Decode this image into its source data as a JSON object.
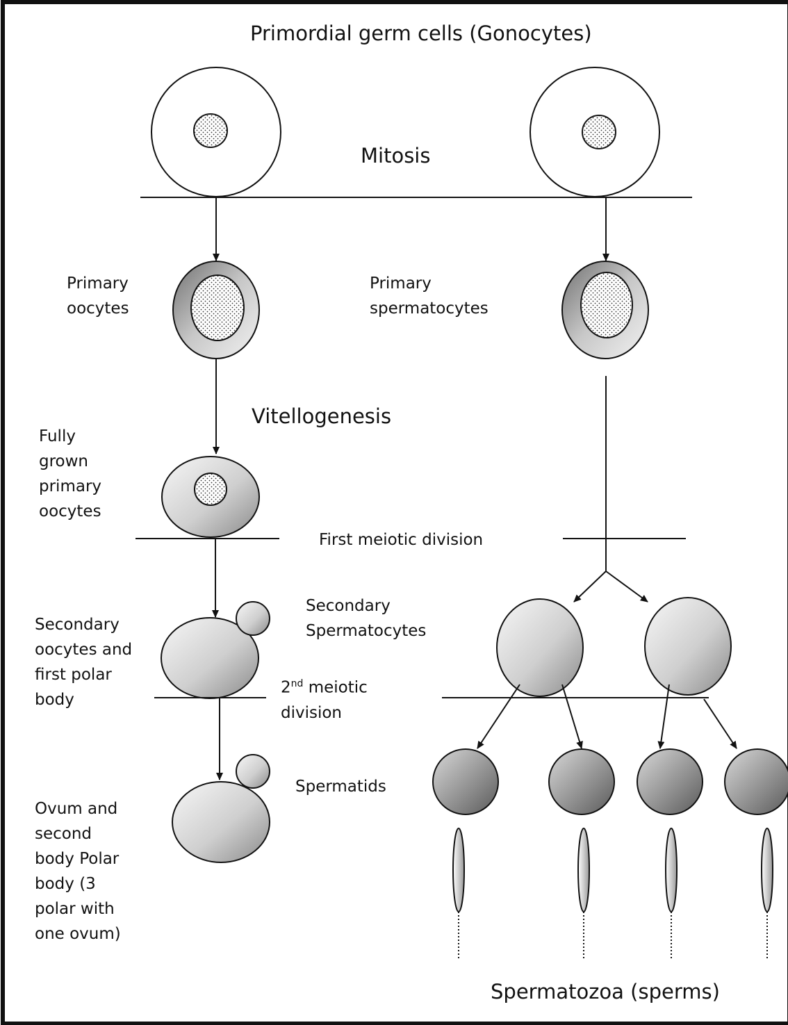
{
  "labels": {
    "title": "Primordial germ cells (Gonocytes)",
    "mitosis": "Mitosis",
    "primary_oocytes": "Primary\noocytes",
    "primary_spermatocytes": "Primary\nspermatocytes",
    "vitellogenesis": "Vitellogenesis",
    "fully_grown": "Fully\ngrown\nprimary\noocytes",
    "first_meiotic": "First meiotic division",
    "secondary_spermatocytes": "Secondary\nSpermatocytes",
    "secondary_oocytes": "Secondary\noocytes and\nfirst polar\nbody",
    "second_meiotic_num": "2",
    "second_meiotic_sup": "nd",
    "second_meiotic_rest": " meiotic",
    "second_meiotic_line2": "division",
    "spermatids": "Spermatids",
    "ovum": "Ovum and\nsecond\nbody Polar\nbody (3\npolar with\none ovum)",
    "spermatozoa": "Spermatozoa (sperms)"
  }
}
